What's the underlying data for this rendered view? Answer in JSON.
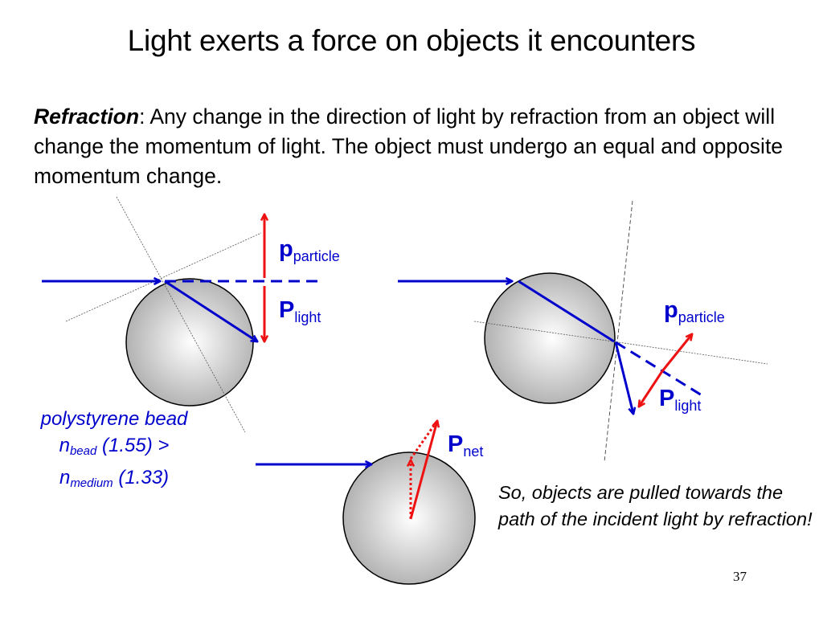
{
  "title": "Light exerts a force on objects it encounters",
  "body": {
    "term": "Refraction",
    "colon": ":",
    "text": " Any change in the direction of light by refraction from an object will change the momentum of light.  The object must undergo an equal and opposite momentum change."
  },
  "labels": {
    "p_symbol": "p",
    "P_symbol": "P",
    "particle": "particle",
    "light": "light",
    "net": "net"
  },
  "bead_caption": {
    "line1": "polystyrene bead",
    "n": "n",
    "bead_sub": "bead",
    "bead_value": " (1.55) >",
    "medium_sub": "medium",
    "medium_value": " (1.33)"
  },
  "conclusion": "So, objects are pulled towards the path of the incident light by refraction!",
  "page_number": "37",
  "colors": {
    "light_arrow": "#0000cc",
    "momentum_arrow": "#ee1111",
    "label_text": "#0000cc",
    "bead_edge": "#000000",
    "bead_fill_center": "#ffffff",
    "bead_fill_edge": "#a6a6a6"
  }
}
